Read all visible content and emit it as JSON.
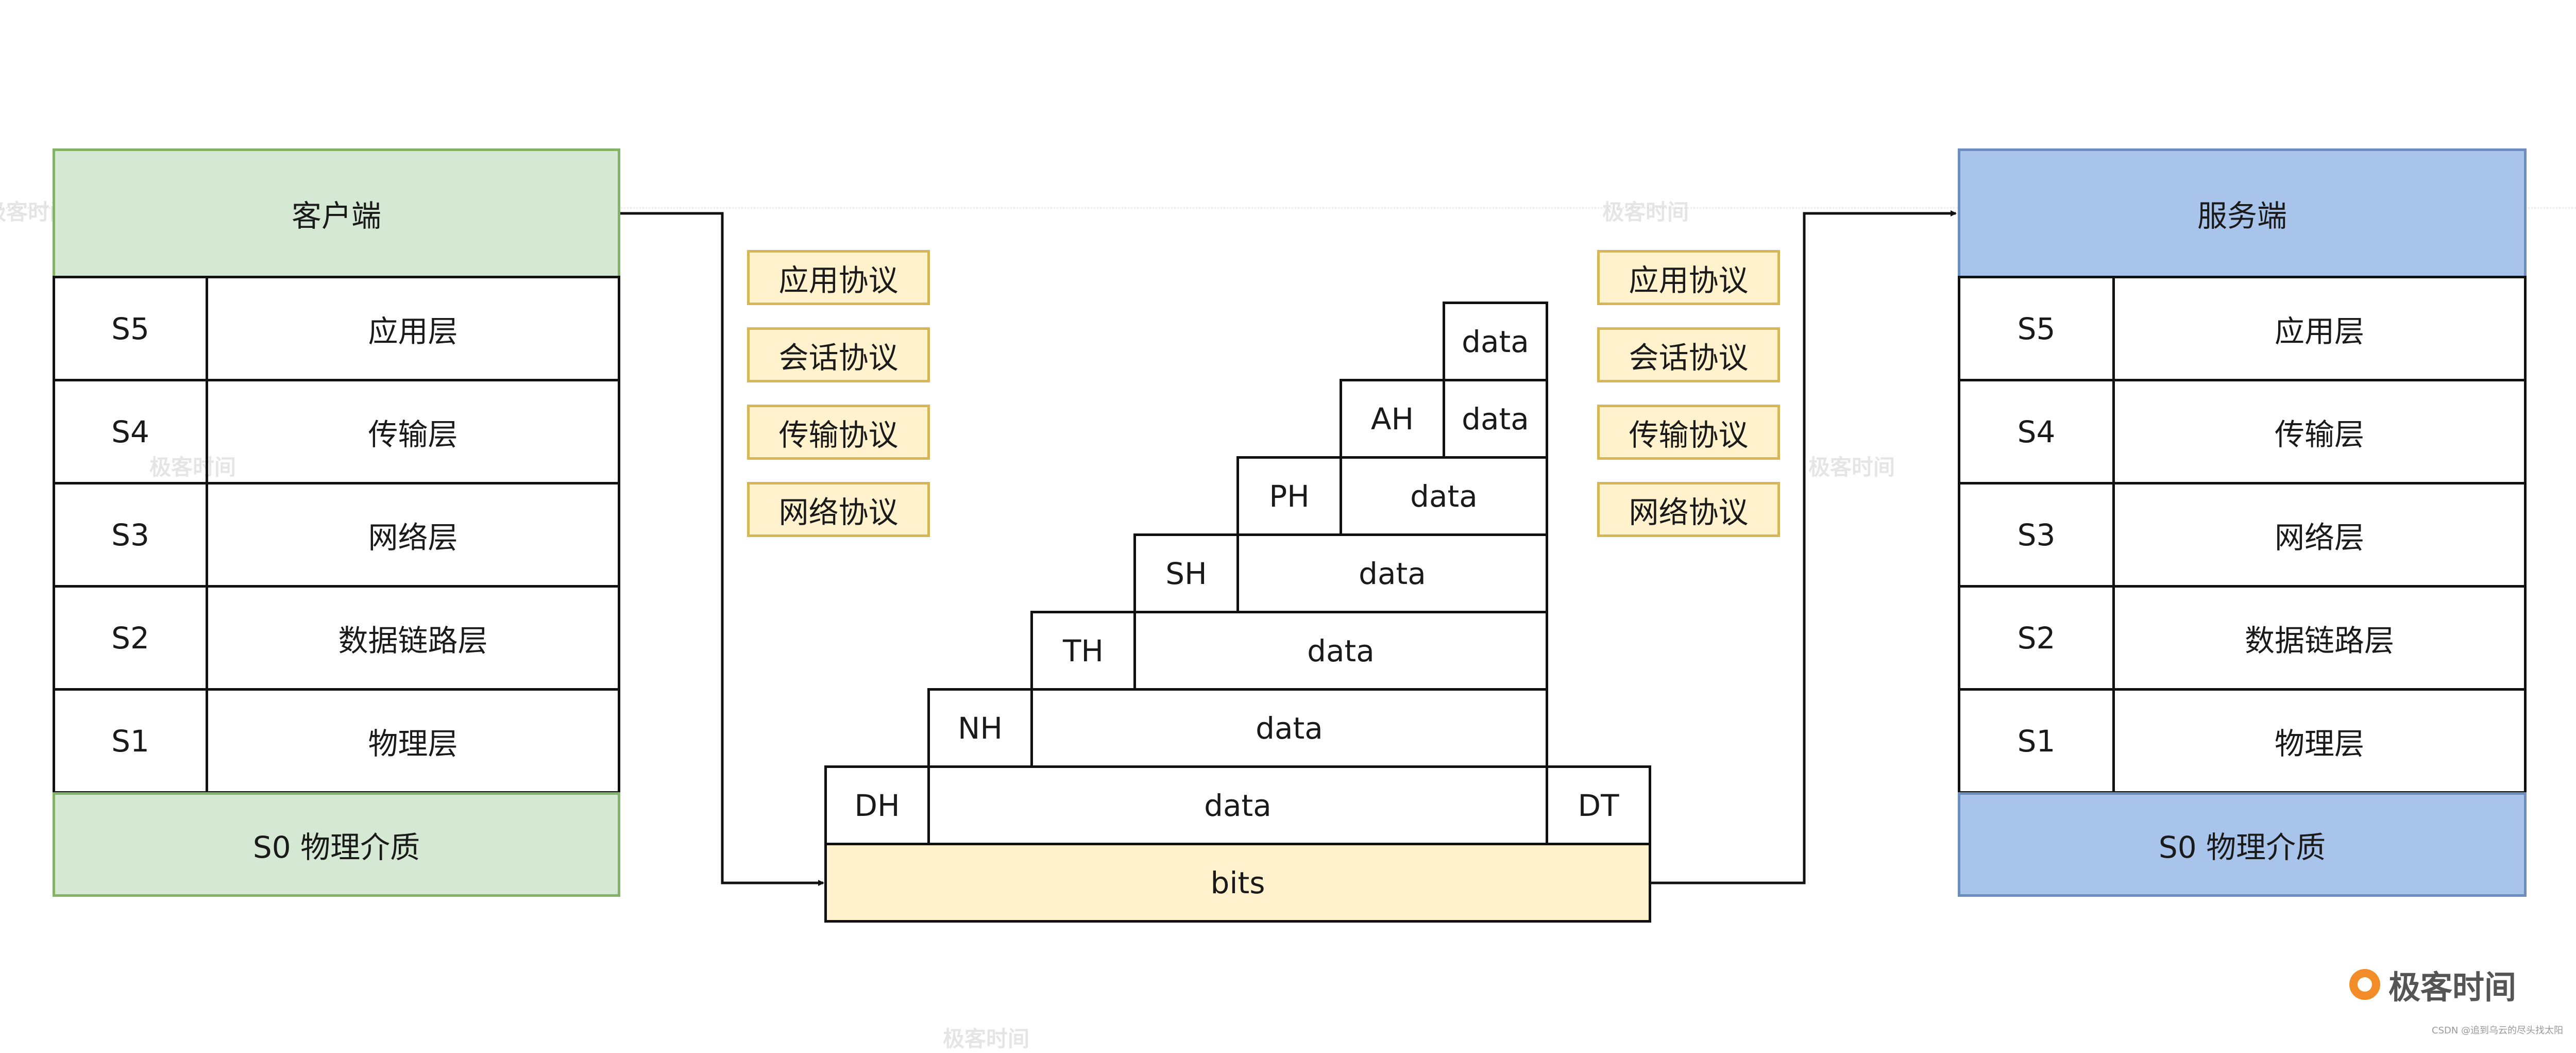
{
  "client": {
    "title": "客户端",
    "layers": [
      {
        "id": "S5",
        "name": "应用层"
      },
      {
        "id": "S4",
        "name": "传输层"
      },
      {
        "id": "S3",
        "name": "网络层"
      },
      {
        "id": "S2",
        "name": "数据链路层"
      },
      {
        "id": "S1",
        "name": "物理层"
      }
    ],
    "medium": "S0 物理介质"
  },
  "server": {
    "title": "服务端",
    "layers": [
      {
        "id": "S5",
        "name": "应用层"
      },
      {
        "id": "S4",
        "name": "传输层"
      },
      {
        "id": "S3",
        "name": "网络层"
      },
      {
        "id": "S2",
        "name": "数据链路层"
      },
      {
        "id": "S1",
        "name": "物理层"
      }
    ],
    "medium": "S0 物理介质"
  },
  "protocols_left": [
    "应用协议",
    "会话协议",
    "传输协议",
    "网络协议"
  ],
  "protocols_right": [
    "应用协议",
    "会话协议",
    "传输协议",
    "网络协议"
  ],
  "encapsulation": {
    "headers": [
      "AH",
      "PH",
      "SH",
      "TH",
      "NH",
      "DH"
    ],
    "payload": "data",
    "trailer": "DT",
    "bits": "bits"
  },
  "branding": {
    "watermark": "极客时间",
    "logo_text": "极客时间",
    "credit": "CSDN @追到乌云的尽头找太阳"
  },
  "colors": {
    "client_fill": "#d5e8d4",
    "server_fill": "#a9c4eb",
    "protocol_fill": "#fff2cc"
  }
}
